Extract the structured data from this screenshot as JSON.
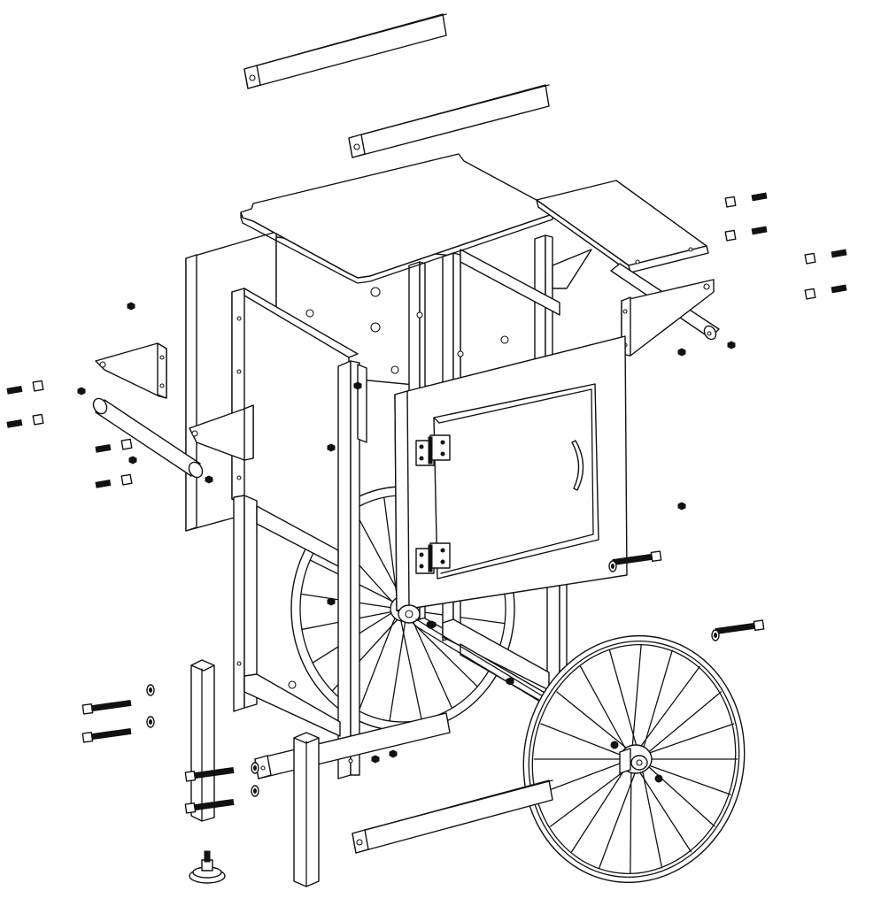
{
  "diagram": {
    "kind": "exploded-assembly-line-drawing",
    "colors": {
      "line": "#111111",
      "background": "#ffffff"
    },
    "parts": [
      "top-rail-front",
      "top-rail-rear",
      "roof-panel",
      "right-shelf",
      "right-shelf-bracket",
      "right-axle-tube",
      "left-shelf-bracket",
      "left-axle-tube",
      "left-side-panel",
      "rear-frame",
      "front-door",
      "door-handle",
      "door-hinge-top",
      "door-hinge-bottom",
      "rear-wheel",
      "front-wheel",
      "front-left-leg",
      "rear-left-leg",
      "bottom-rail-rear",
      "bottom-rail-front",
      "leveling-foot",
      "bolts",
      "nuts",
      "washers"
    ]
  }
}
